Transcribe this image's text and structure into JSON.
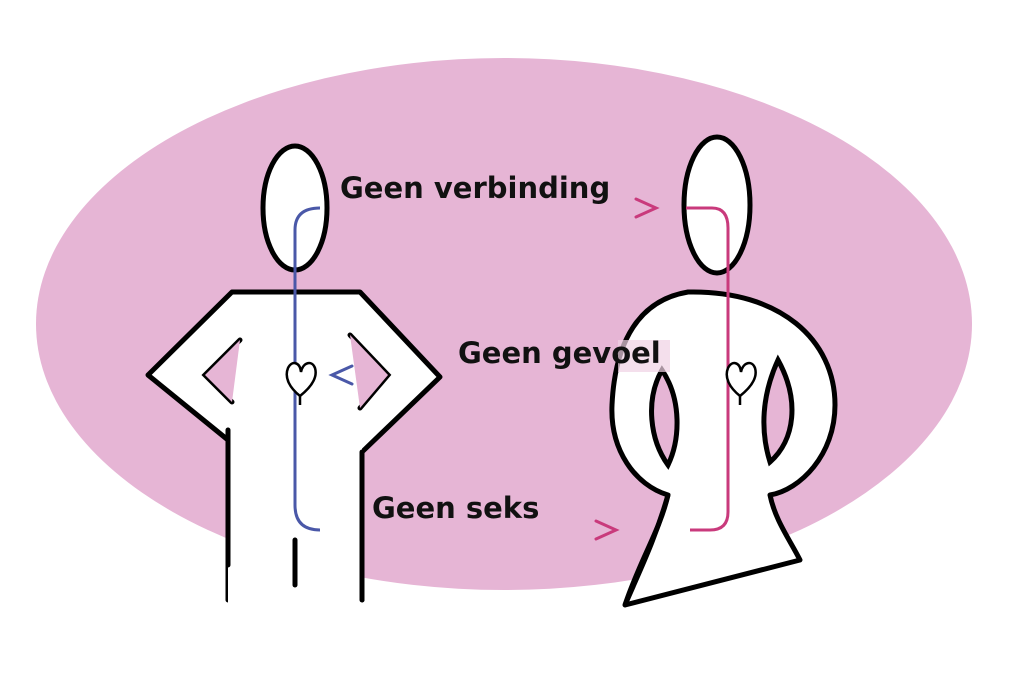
{
  "labels": {
    "connection": "Geen verbinding",
    "feeling": "Geen gevoel",
    "sex": "Geen seks"
  },
  "colors": {
    "background_ellipse": "#e6b5d5",
    "male_line": "#4a58a8",
    "female_line": "#c93a7c",
    "outline": "#000000"
  },
  "icons": [
    "heart-icon-man",
    "heart-icon-woman",
    "arrow-right-icon",
    "arrow-left-icon"
  ]
}
